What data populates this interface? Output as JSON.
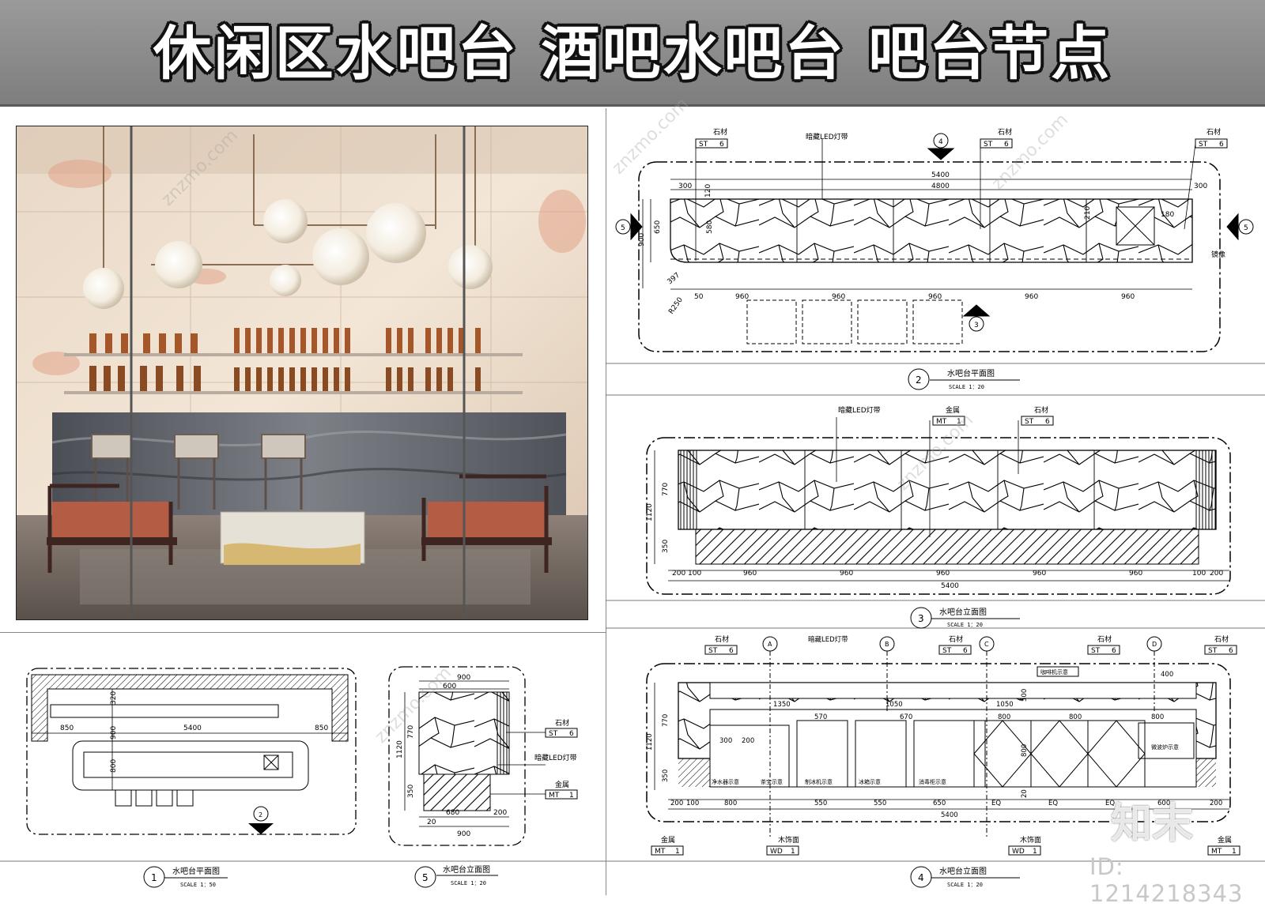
{
  "title": "休闲区水吧台 酒吧水吧台 吧台节点",
  "watermark": "znzmo.com",
  "logo": "知末",
  "id_label": "ID: 1214218343",
  "materials": {
    "stone": "石材",
    "stone_code": "ST",
    "stone_no": "6",
    "metal": "金属",
    "metal_code": "MT",
    "metal_no": "1",
    "wood": "木饰面",
    "wood_code": "WD",
    "wood_no": "1",
    "led": "暗藏LED灯带",
    "mirror": "镜像"
  },
  "plan_main": {
    "num": "2",
    "name": "水吧台平面图",
    "scale": "SCALE 1：20",
    "dims": {
      "total": "5400",
      "inner": "4800",
      "side": "300",
      "depth": "900",
      "d650": "650",
      "d580": "580",
      "d120": "120",
      "d210": "210",
      "d180": "180",
      "r250": "R250",
      "r397": "397",
      "d50": "50",
      "bay": "960"
    },
    "sections": {
      "left": "5",
      "right": "5",
      "top": "4",
      "bottom": "3"
    }
  },
  "elev_front": {
    "num": "3",
    "name": "水吧台立面图",
    "scale": "SCALE 1：20",
    "dims": {
      "total": "5400",
      "h1120": "1120",
      "h770": "770",
      "h350": "350",
      "side": "200",
      "d100": "100",
      "bay": "960"
    }
  },
  "elev_back": {
    "num": "4",
    "name": "水吧台立面图",
    "scale": "SCALE 1：20",
    "grid": [
      "A",
      "B",
      "C",
      "D"
    ],
    "callouts": {
      "coffee": "咖啡机示意",
      "microwave": "微波炉示意",
      "water": "净水器示意",
      "tea": "茶宝示意",
      "ice": "制冰机示意",
      "fridge": "冰箱示意",
      "steril": "消毒柜示意"
    },
    "dims": {
      "total": "5400",
      "d200": "200",
      "d100": "100",
      "d800": "800",
      "d550": "550",
      "d650": "650",
      "eq": "EQ",
      "d600": "600",
      "d1350": "1350",
      "d1050": "1050",
      "d570": "570",
      "d670": "670",
      "d400": "400",
      "d300": "300",
      "h1120": "1120",
      "h770": "770",
      "h350": "350",
      "h20": "20",
      "h500": "500"
    }
  },
  "plan_small": {
    "num": "1",
    "name": "水吧台平面图",
    "scale": "SCALE 1：50",
    "dims": {
      "d850": "850",
      "total": "5400",
      "d900": "900",
      "d320": "320",
      "d800": "800"
    },
    "section": "2"
  },
  "elev_side": {
    "num": "5",
    "name": "水吧台立面图",
    "scale": "SCALE 1：20",
    "dims": {
      "w900": "900",
      "w600": "600",
      "h770": "770",
      "h1120": "1120",
      "h350": "350",
      "w680": "680",
      "w200": "200",
      "w20": "20"
    }
  }
}
